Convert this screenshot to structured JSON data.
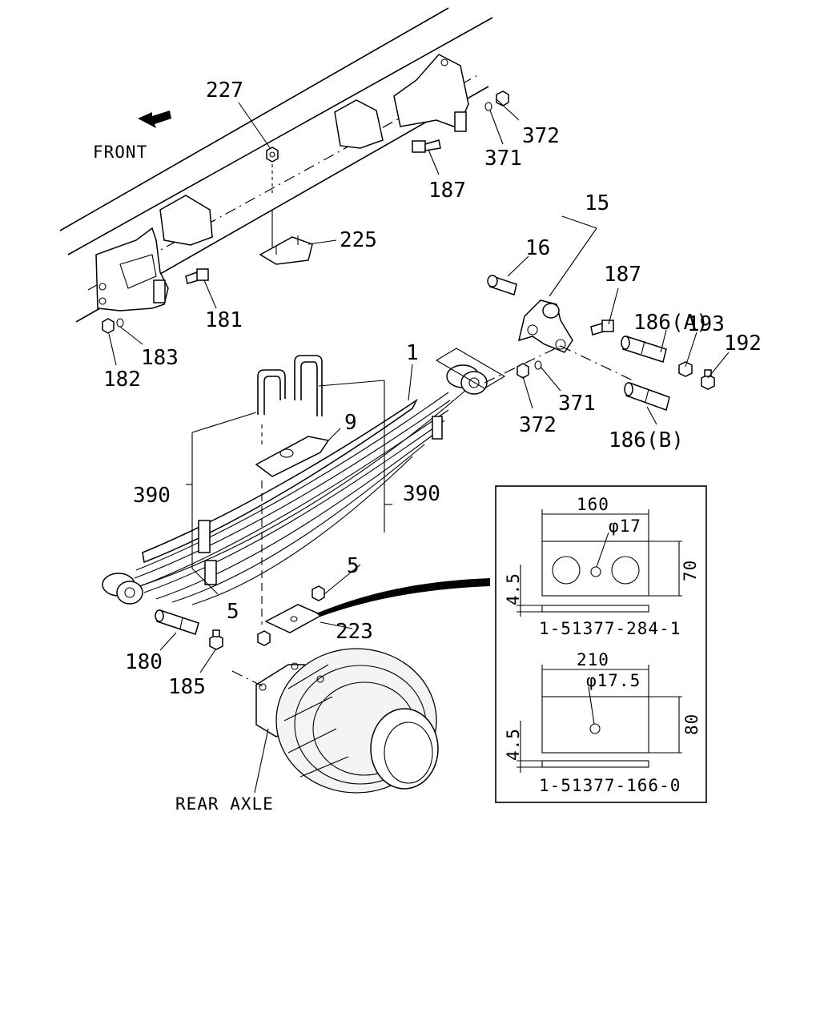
{
  "direction_label": "FRONT",
  "axle_label": "REAR AXLE",
  "callouts": {
    "c1": "1",
    "c5a": "5",
    "c5b": "5",
    "c9": "9",
    "c15": "15",
    "c16": "16",
    "c180": "180",
    "c181": "181",
    "c182": "182",
    "c183": "183",
    "c185": "185",
    "c186a": "186(A)",
    "c186b": "186(B)",
    "c187a": "187",
    "c187b": "187",
    "c192": "192",
    "c193": "193",
    "c223": "223",
    "c225": "225",
    "c227": "227",
    "c371a": "371",
    "c371b": "371",
    "c372a": "372",
    "c372b": "372",
    "c390a": "390",
    "c390b": "390"
  },
  "inset": {
    "plate1": {
      "width": "160",
      "hole": "φ17",
      "height": "70",
      "thickness": "4.5",
      "part_number": "1-51377-284-1"
    },
    "plate2": {
      "width": "210",
      "hole": "φ17.5",
      "height": "80",
      "thickness": "4.5",
      "part_number": "1-51377-166-0"
    }
  }
}
